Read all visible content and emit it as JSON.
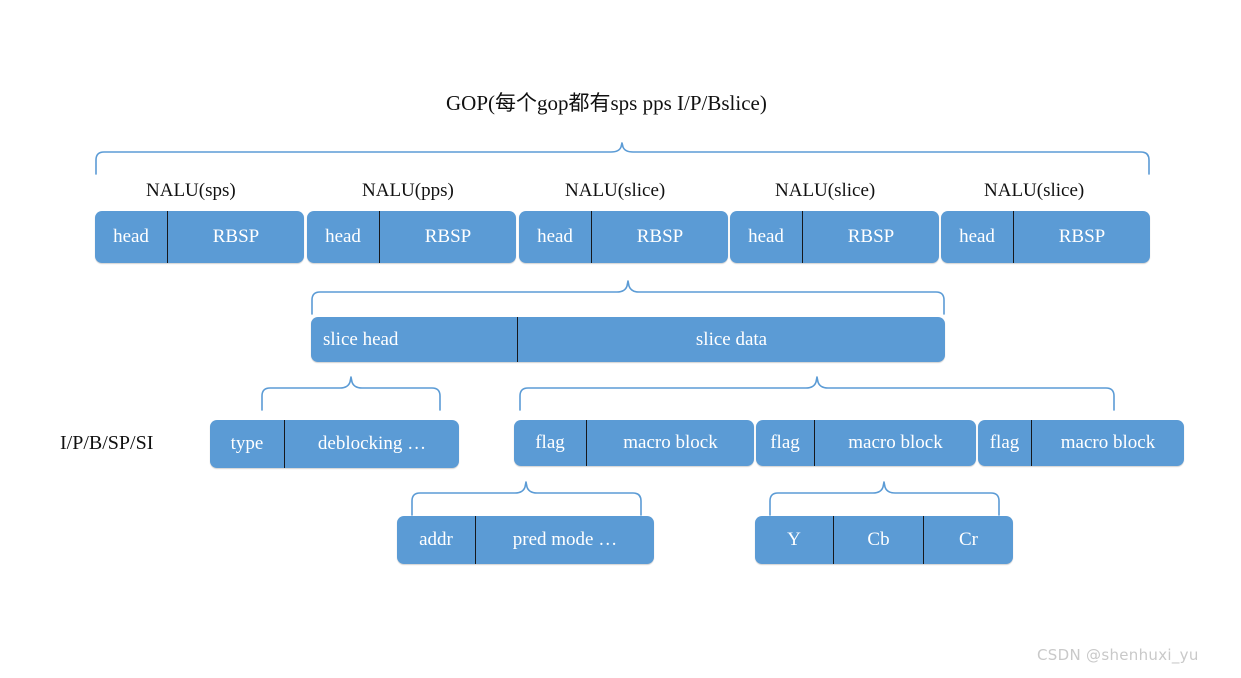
{
  "diagram": {
    "title": "GOP(每个gop都有sps pps I/P/Bslice)",
    "side_label": "I/P/B/SP/SI",
    "accent_color": "#5B9BD5",
    "divider_color": "#16181C",
    "text_on_block_color": "#FFFFFF",
    "watermark": "CSDN @shenhuxi_yu"
  },
  "nalu_row": {
    "labels": [
      "NALU(sps)",
      "NALU(pps)",
      "NALU(slice)",
      "NALU(slice)",
      "NALU(slice)"
    ],
    "units": [
      {
        "head": "head",
        "payload": "RBSP"
      },
      {
        "head": "head",
        "payload": "RBSP"
      },
      {
        "head": "head",
        "payload": "RBSP"
      },
      {
        "head": "head",
        "payload": "RBSP"
      },
      {
        "head": "head",
        "payload": "RBSP"
      }
    ]
  },
  "slice_row": {
    "segments": [
      "slice head",
      "slice data"
    ]
  },
  "slice_head_detail": {
    "segments": [
      "type",
      "deblocking …"
    ]
  },
  "slice_data_row": {
    "units": [
      {
        "flag": "flag",
        "block": "macro block"
      },
      {
        "flag": "flag",
        "block": "macro block"
      },
      {
        "flag": "flag",
        "block": "macro block"
      }
    ]
  },
  "macroblock_detail": {
    "segments": [
      "addr",
      "pred mode …"
    ]
  },
  "component_detail": {
    "segments": [
      "Y",
      "Cb",
      "Cr"
    ]
  }
}
